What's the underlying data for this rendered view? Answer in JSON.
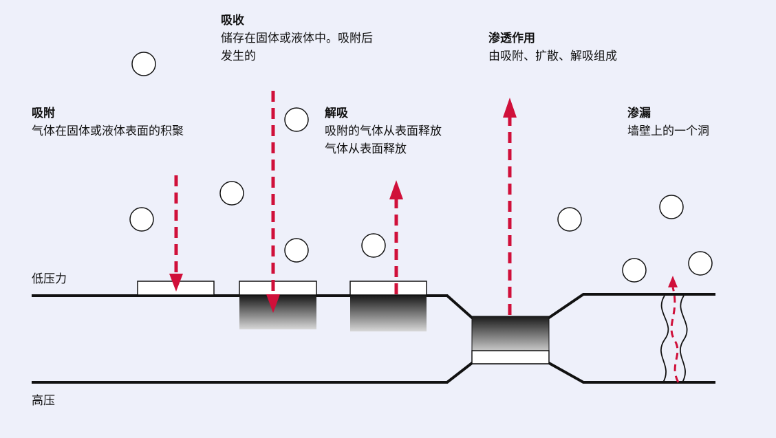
{
  "pressure": {
    "low": "低压力",
    "high": "高压"
  },
  "labels": {
    "adsorption": {
      "title": "吸附",
      "lines": [
        "气体在固体或液体表面的积聚"
      ]
    },
    "absorption": {
      "title": "吸收",
      "lines": [
        "储存在固体或液体中。吸附后",
        "发生的"
      ]
    },
    "desorption": {
      "title": "解吸",
      "lines": [
        "吸附的气体从表面释放",
        "气体从表面释放"
      ]
    },
    "permeation": {
      "title": "渗透作用",
      "lines": [
        "由吸附、扩散、解吸组成"
      ]
    },
    "leak": {
      "title": "渗漏",
      "lines": [
        "墙壁上的一个洞"
      ]
    }
  },
  "colors": {
    "background": "#eef0fa",
    "arrow": "#d0103a",
    "line": "#111111"
  }
}
